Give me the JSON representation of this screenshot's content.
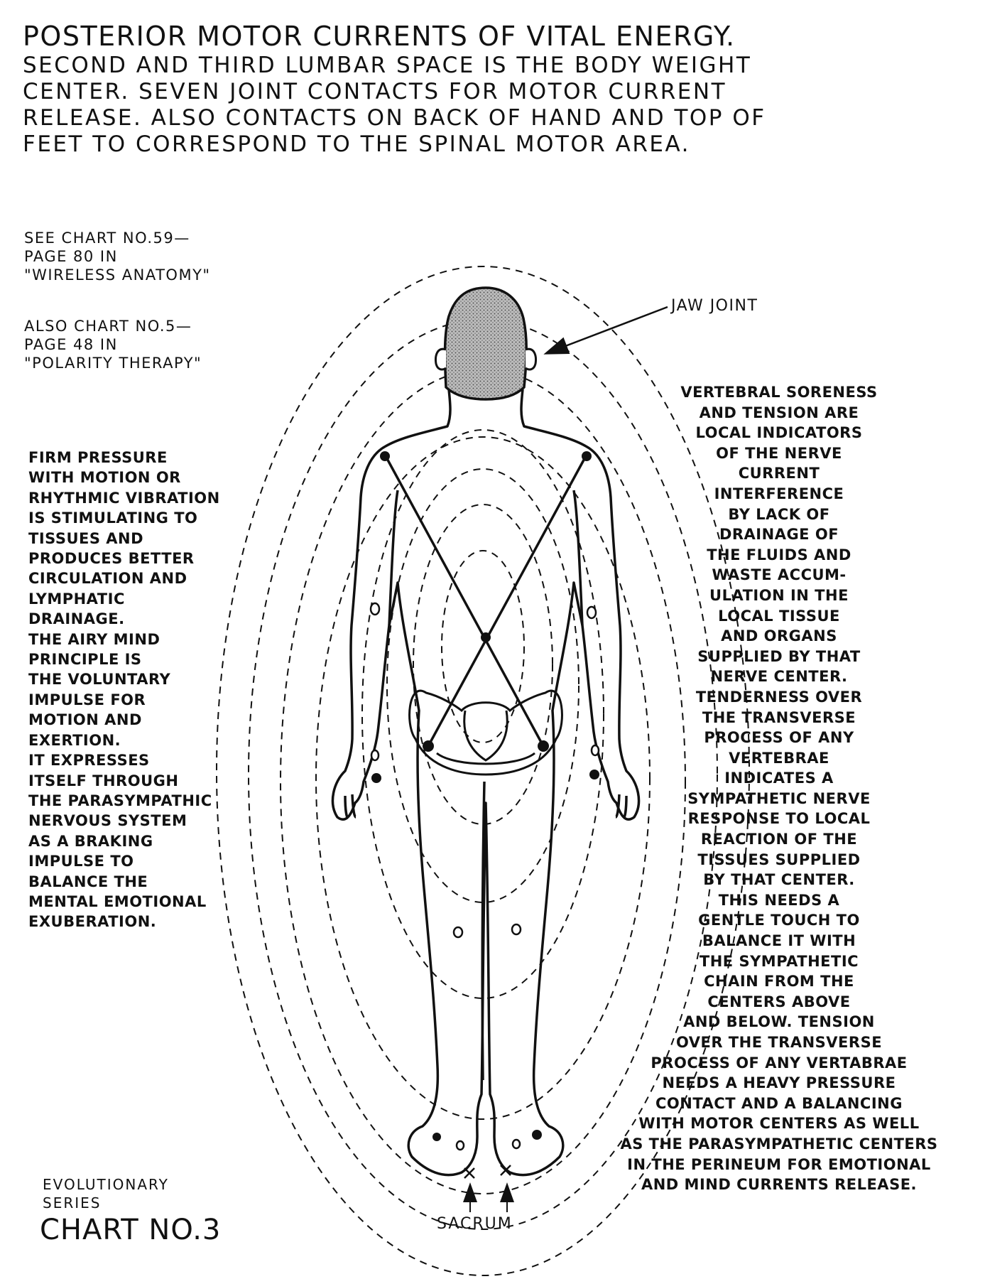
{
  "header": {
    "title": "POSTERIOR MOTOR CURRENTS OF VITAL ENERGY.",
    "lines": [
      "SECOND AND THIRD LUMBAR SPACE IS THE BODY WEIGHT",
      "CENTER.  SEVEN JOINT CONTACTS FOR MOTOR CURRENT",
      "RELEASE.  ALSO CONTACTS ON BACK OF HAND AND TOP OF",
      "FEET TO CORRESPOND TO THE SPINAL MOTOR AREA."
    ]
  },
  "references": {
    "wireless_anatomy": [
      "SEE  CHART NO.59—",
      "PAGE 80 IN",
      "\"WIRELESS ANATOMY\""
    ],
    "polarity_therapy": [
      "ALSO CHART NO.5—",
      "PAGE 48  IN",
      "\"POLARITY THERAPY\""
    ]
  },
  "left_column": [
    "FIRM PRESSURE",
    "WITH MOTION OR",
    "RHYTHMIC VIBRATION",
    "IS STIMULATING TO",
    "TISSUES AND",
    "PRODUCES BETTER",
    "CIRCULATION AND",
    "LYMPHATIC",
    "DRAINAGE.",
    "THE AIRY MIND",
    "PRINCIPLE IS",
    "THE VOLUNTARY",
    "IMPULSE FOR",
    "MOTION AND",
    "EXERTION.",
    "IT EXPRESSES",
    "ITSELF THROUGH",
    "THE PARASYMPATHIC",
    "NERVOUS SYSTEM",
    "AS A BRAKING",
    "IMPULSE TO",
    "BALANCE THE",
    "MENTAL EMOTIONAL",
    "EXUBERATION."
  ],
  "right_column": [
    "VERTEBRAL SORENESS",
    "AND TENSION ARE",
    "LOCAL INDICATORS",
    "OF THE NERVE",
    "CURRENT",
    "INTERFERENCE",
    "BY LACK OF",
    "DRAINAGE OF",
    "THE FLUIDS AND",
    "WASTE ACCUM-",
    "ULATION IN THE",
    "LOCAL TISSUE",
    "AND ORGANS",
    "SUPPLIED BY THAT",
    "NERVE CENTER.",
    "TENDERNESS OVER",
    "THE TRANSVERSE",
    "PROCESS OF ANY",
    "VERTEBRAE",
    "INDICATES A",
    "SYMPATHETIC NERVE",
    "RESPONSE TO LOCAL",
    "REACTION OF THE",
    "TISSUES SUPPLIED",
    "BY THAT CENTER.",
    "THIS NEEDS A",
    "GENTLE TOUCH TO",
    "BALANCE IT WITH",
    "THE SYMPATHETIC",
    "CHAIN FROM THE",
    "CENTERS ABOVE",
    "AND BELOW. TENSION",
    "OVER THE TRANSVERSE",
    "PROCESS OF ANY VERTABRAE",
    "NEEDS A HEAVY PRESSURE",
    "CONTACT AND A BALANCING",
    "WITH MOTOR CENTERS AS WELL",
    "AS THE PARASYMPATHETIC CENTERS",
    "IN THE PERINEUM FOR EMOTIONAL",
    "AND MIND CURRENTS RELEASE."
  ],
  "labels": {
    "jaw_joint": "JAW JOINT",
    "sacrum": "SACRUM"
  },
  "series": {
    "lines": [
      "EVOLUTIONARY",
      "SERIES"
    ],
    "chart_number": "CHART NO.3"
  },
  "colors": {
    "ink": "#111111",
    "paper": "#ffffff",
    "head_shade": "#9a9a9a"
  }
}
